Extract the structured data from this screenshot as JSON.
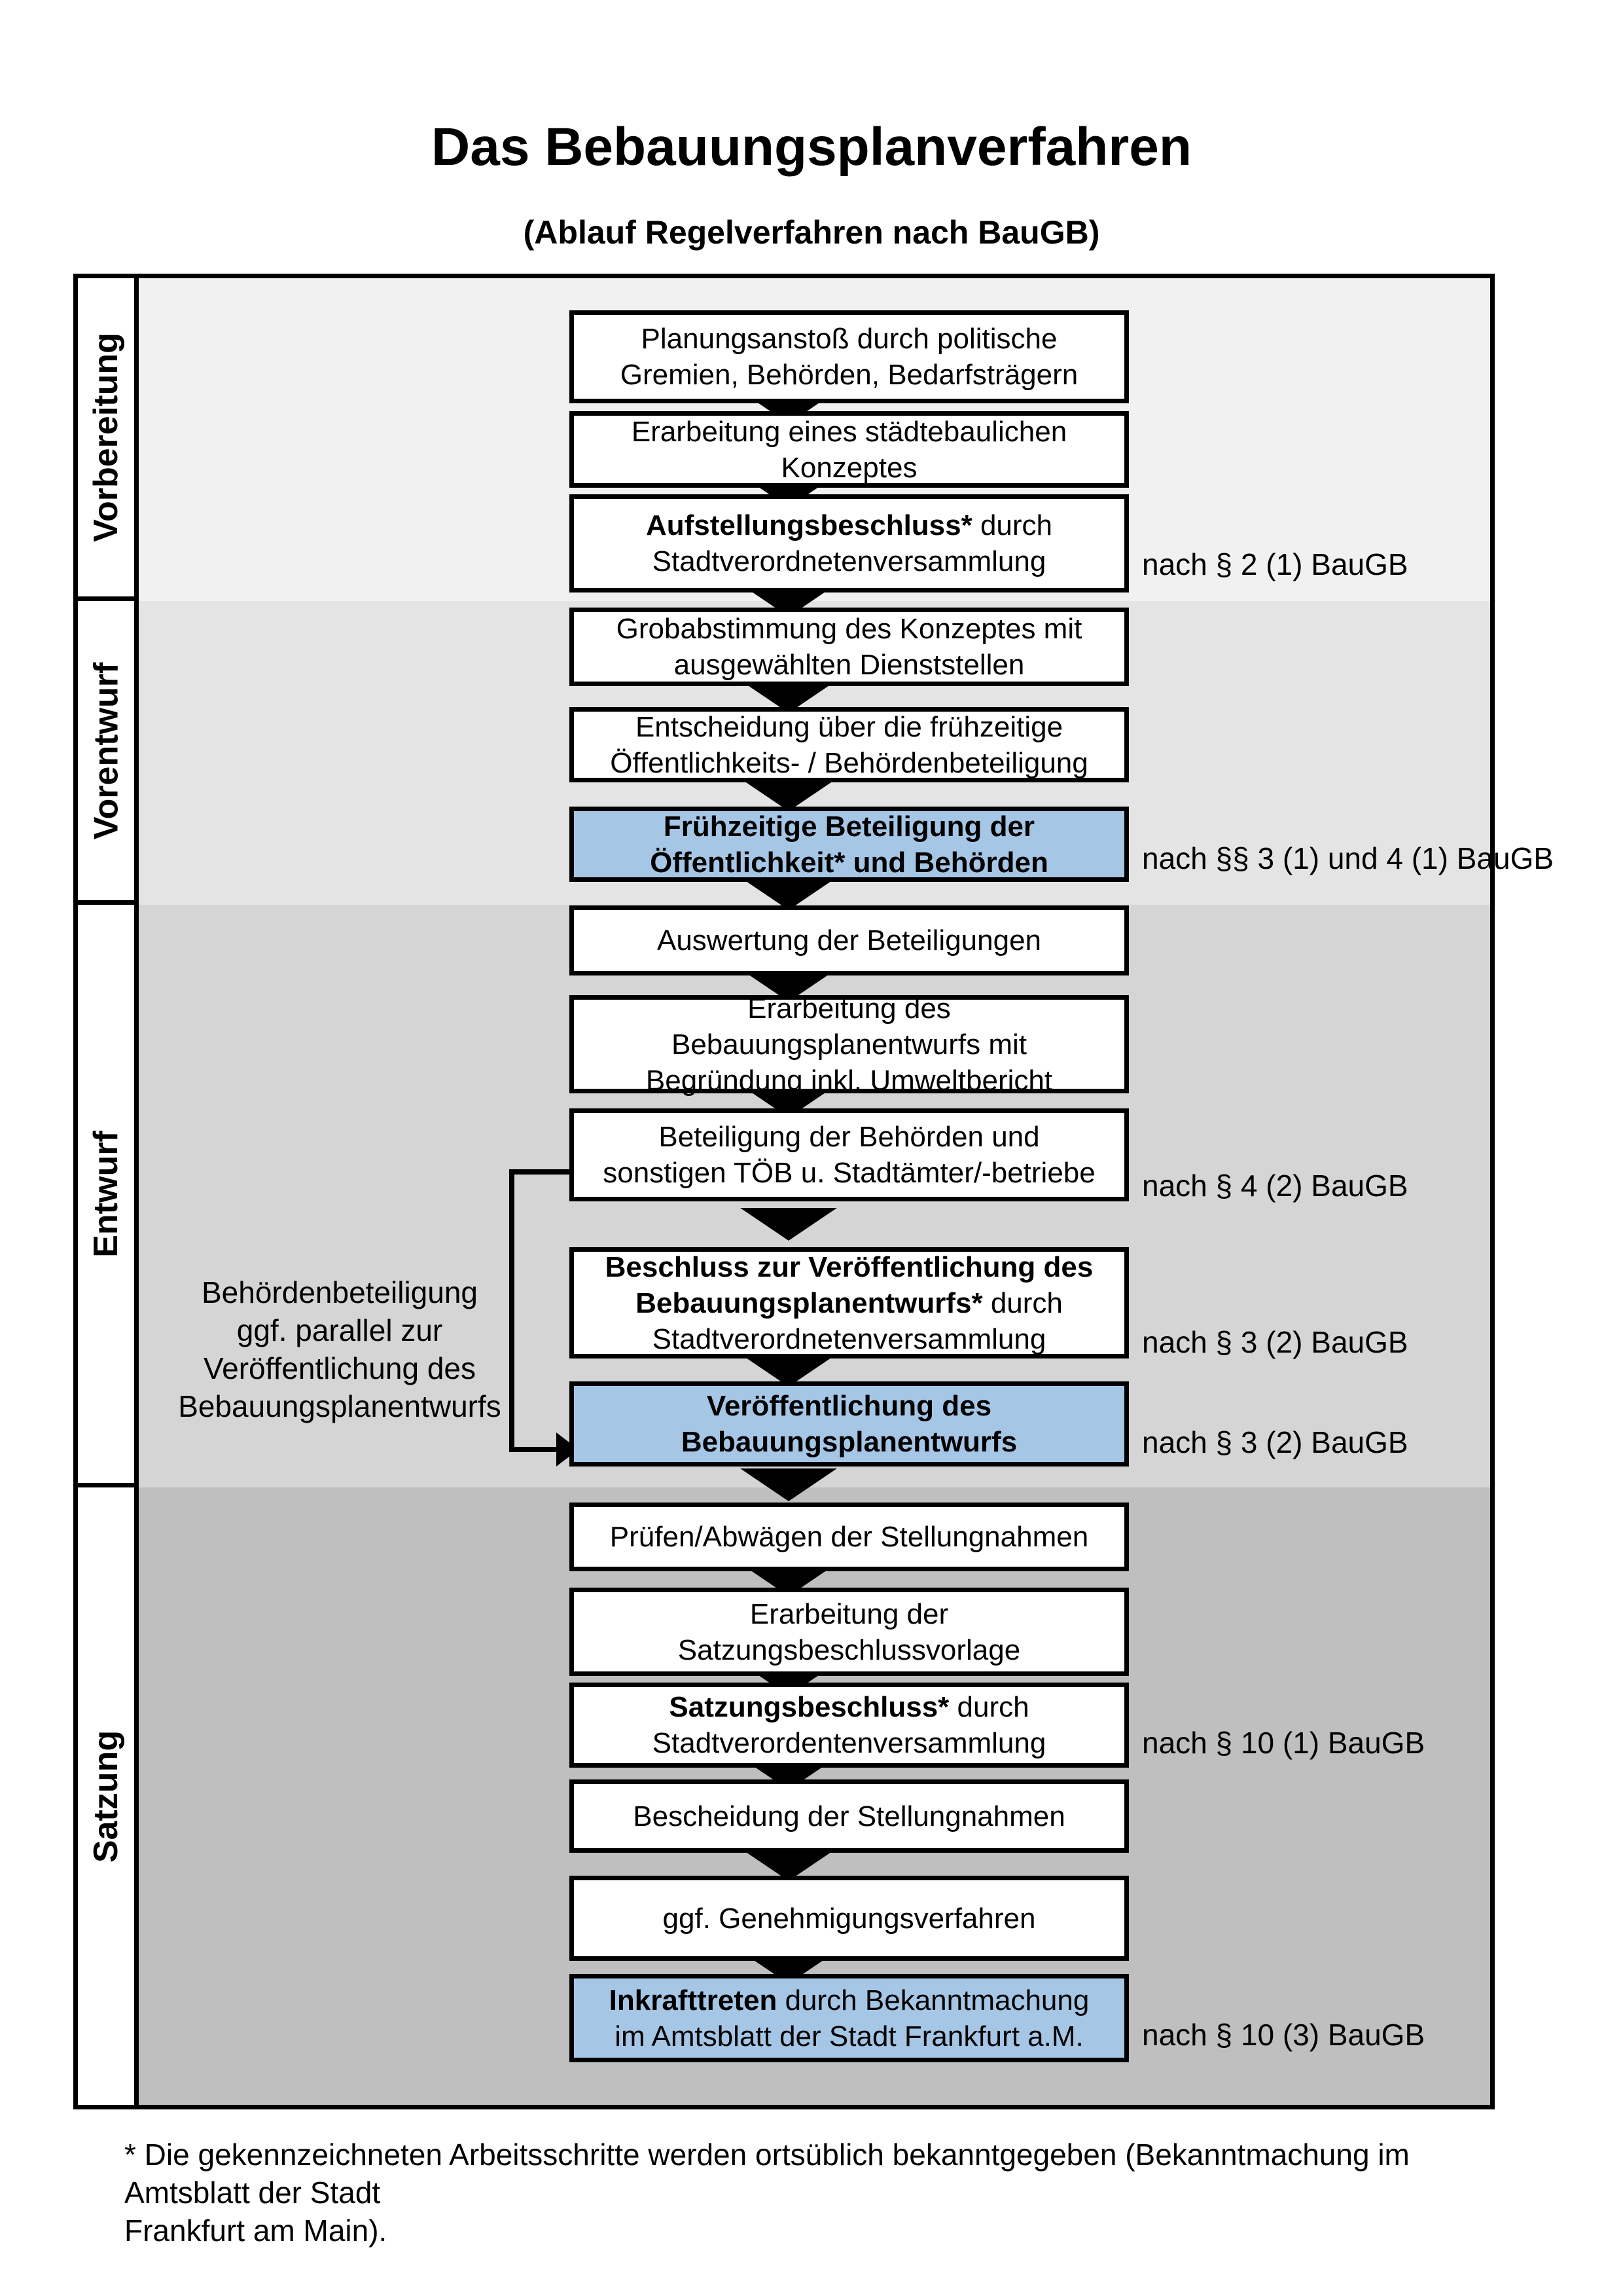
{
  "title": "Das Bebauungsplanverfahren",
  "subtitle": "(Ablauf Regelverfahren nach BauGB)",
  "phases": [
    {
      "label": "Vorbereitung"
    },
    {
      "label": "Vorentwurf"
    },
    {
      "label": "Entwurf"
    },
    {
      "label": "Satzung"
    }
  ],
  "flow": {
    "boxes": [
      {
        "highlight": false,
        "segments": [
          {
            "bold": false,
            "text": "Planungsanstoß durch politische\nGremien, Behörden, Bedarfsträgern"
          }
        ]
      },
      {
        "highlight": false,
        "segments": [
          {
            "bold": false,
            "text": "Erarbeitung eines städtebaulichen\nKonzeptes"
          }
        ]
      },
      {
        "highlight": false,
        "segments": [
          {
            "bold": true,
            "text": "Aufstellungsbeschluss*"
          },
          {
            "bold": false,
            "text": " durch\nStadtverordnetenversammlung"
          }
        ]
      },
      {
        "highlight": false,
        "segments": [
          {
            "bold": false,
            "text": "Grobabstimmung des Konzeptes mit\nausgewählten Dienststellen"
          }
        ]
      },
      {
        "highlight": false,
        "segments": [
          {
            "bold": false,
            "text": "Entscheidung über die frühzeitige\nÖffentlichkeits- / Behördenbeteiligung"
          }
        ]
      },
      {
        "highlight": true,
        "segments": [
          {
            "bold": true,
            "text": "Frühzeitige Beteiligung der\nÖffentlichkeit* und Behörden"
          }
        ]
      },
      {
        "highlight": false,
        "segments": [
          {
            "bold": false,
            "text": "Auswertung der Beteiligungen"
          }
        ]
      },
      {
        "highlight": false,
        "segments": [
          {
            "bold": false,
            "text": "Erarbeitung des\nBebauungsplanentwurfs mit\nBegründung inkl. Umweltbericht"
          }
        ]
      },
      {
        "highlight": false,
        "segments": [
          {
            "bold": false,
            "text": "Beteiligung der Behörden und\nsonstigen TÖB u. Stadtämter/-betriebe"
          }
        ]
      },
      {
        "highlight": false,
        "segments": [
          {
            "bold": true,
            "text": "Beschluss zur Veröffentlichung des\nBebauungsplanentwurfs*"
          },
          {
            "bold": false,
            "text": " durch\nStadtverordnetenversammlung"
          }
        ]
      },
      {
        "highlight": true,
        "segments": [
          {
            "bold": true,
            "text": "Veröffentlichung des\nBebauungsplanentwurfs"
          }
        ]
      },
      {
        "highlight": false,
        "segments": [
          {
            "bold": false,
            "text": "Prüfen/Abwägen der Stellungnahmen"
          }
        ]
      },
      {
        "highlight": false,
        "segments": [
          {
            "bold": false,
            "text": "Erarbeitung der\nSatzungsbeschlussvorlage"
          }
        ]
      },
      {
        "highlight": false,
        "segments": [
          {
            "bold": true,
            "text": "Satzungsbeschluss*"
          },
          {
            "bold": false,
            "text": " durch\nStadtverordentenversammlung"
          }
        ]
      },
      {
        "highlight": false,
        "segments": [
          {
            "bold": false,
            "text": "Bescheidung der Stellungnahmen"
          }
        ]
      },
      {
        "highlight": false,
        "segments": [
          {
            "bold": false,
            "text": "ggf. Genehmigungsverfahren"
          }
        ]
      },
      {
        "highlight": true,
        "segments": [
          {
            "bold": true,
            "text": "Inkrafttreten"
          },
          {
            "bold": false,
            "text": " durch Bekanntmachung\nim Amtsblatt der Stadt Frankfurt a.M."
          }
        ]
      }
    ]
  },
  "annotations": [
    "nach § 2 (1) BauGB",
    "nach §§ 3 (1) und 4 (1) BauGB",
    "nach § 4 (2) BauGB",
    "nach § 3 (2) BauGB",
    "nach § 3 (2) BauGB",
    "nach § 10 (1) BauGB",
    "nach § 10 (3) BauGB"
  ],
  "side_note": "Behördenbeteiligung\nggf. parallel zur\nVeröffentlichung des\nBebauungsplanentwurfs",
  "footnote": "* Die gekennzeichneten Arbeitsschritte werden ortsüblich bekanntgegeben (Bekanntmachung im Amtsblatt  der Stadt\nFrankfurt am Main).",
  "colors": {
    "highlight_blue": "#a6c6e6",
    "band_vorbereitung": "#f1f1f1",
    "band_vorentwurf": "#e4e4e4",
    "band_entwurf": "#d5d5d5",
    "band_satzung": "#bfbfbf",
    "line_black": "#000000"
  }
}
